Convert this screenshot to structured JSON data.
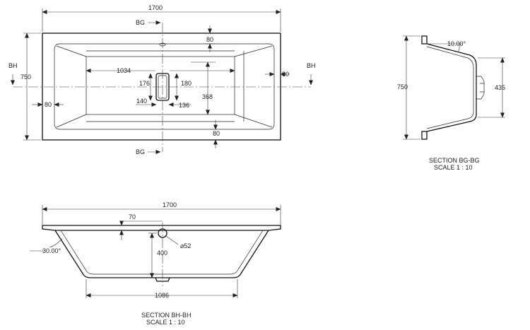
{
  "plan_view": {
    "overall_length": "1700",
    "overall_width": "750",
    "section_mark_bg_top": "BG",
    "section_mark_bg_bottom": "BG",
    "section_mark_bh_left": "BH",
    "section_mark_bh_right": "BH",
    "rim_top": "80",
    "rim_bottom": "80",
    "rim_left": "80",
    "rim_right": "80",
    "floor_length": "1034",
    "floor_width": "368",
    "waste_height": "176",
    "waste_height_right": "180",
    "waste_offset_left": "140",
    "waste_offset_right": "136"
  },
  "section_bg": {
    "angle": "10.00°",
    "overall_width": "750",
    "depth": "435",
    "caption_title": "SECTION BG-BG",
    "caption_scale": "SCALE 1 : 10"
  },
  "section_bh": {
    "overall_length": "1700",
    "rim_offset": "70",
    "waste_diameter": "⌀52",
    "depth": "400",
    "side_angle": "30.00°",
    "floor_length": "1086",
    "caption_title": "SECTION BH-BH",
    "caption_scale": "SCALE 1 : 10"
  }
}
